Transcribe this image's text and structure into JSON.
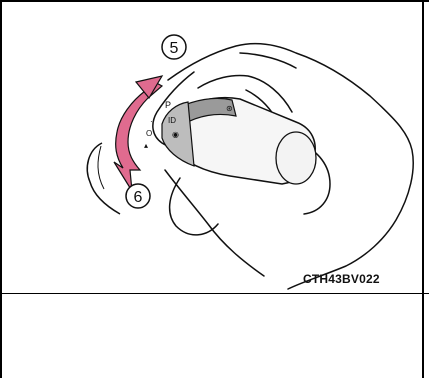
{
  "figure": {
    "callouts": [
      {
        "label": "5"
      },
      {
        "label": "6"
      }
    ],
    "code": "CTH43BV022",
    "colors": {
      "arrow": "#e06b8f",
      "line": "#000000",
      "background": "#ffffff"
    },
    "icons": [
      "hand-icon",
      "dial-icon",
      "double-arrow-icon"
    ]
  }
}
